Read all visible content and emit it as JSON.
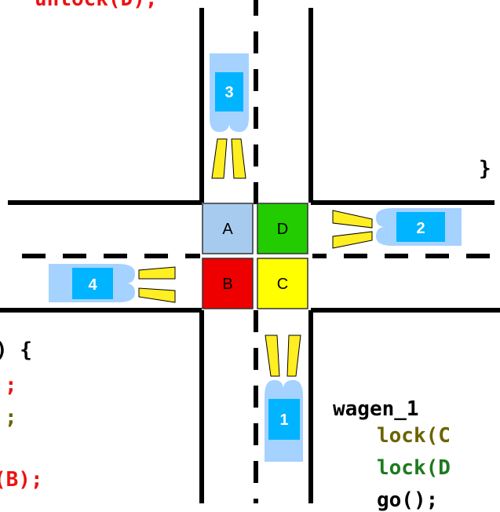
{
  "colors": {
    "red": "#ee1111",
    "green": "#1f7a1f",
    "olive": "#6b6400",
    "black": "#000000",
    "cell_a": "#a6cbee",
    "cell_b": "#ee0000",
    "cell_c": "#ffff00",
    "cell_d": "#22cc00",
    "car_body": "#a6d2ff",
    "car_label": "#00b4ff",
    "headlight": "#ffee22"
  },
  "intersection": {
    "cells": {
      "A": "A",
      "B": "B",
      "C": "C",
      "D": "D"
    }
  },
  "cars": {
    "car1": "1",
    "car2": "2",
    "car3": "3",
    "car4": "4"
  },
  "code": {
    "top_line": "unlock(D);",
    "brace_right": "}",
    "left_fragment": {
      "line1": ") {",
      "line2": ";",
      "line3": ";",
      "line4": "(B);"
    },
    "wagen_1": {
      "title": "wagen_1",
      "line1": "lock(C",
      "line2": "lock(D",
      "line3": "go();"
    }
  }
}
